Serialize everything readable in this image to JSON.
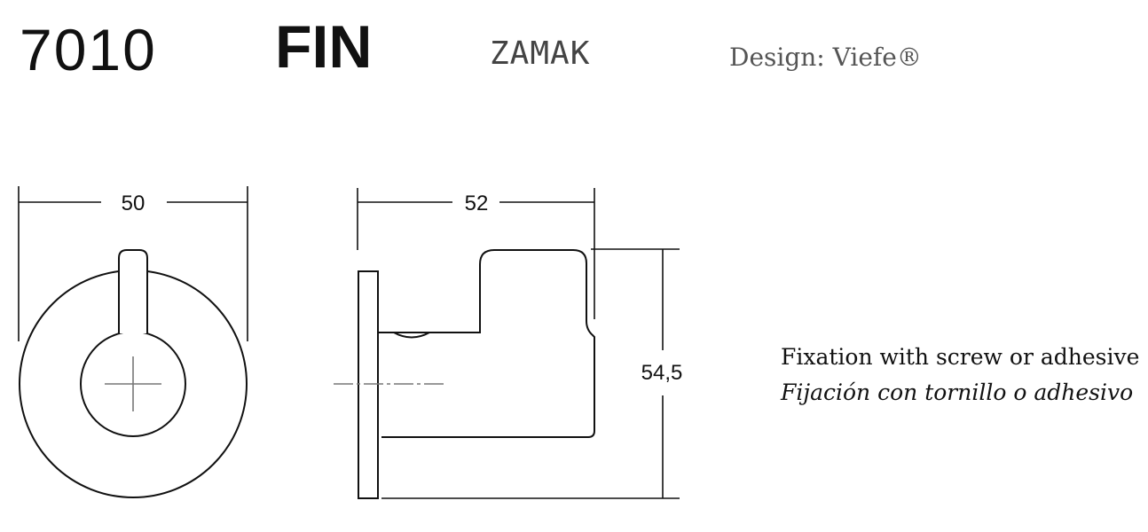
{
  "header": {
    "model_code": "7010",
    "product_name": "FIN",
    "material": "ZAMAK",
    "designer": "Design: Viefe®"
  },
  "dimensions": {
    "front_width": "50",
    "side_depth": "52",
    "side_height": "54,5"
  },
  "notes": {
    "english": "Fixation with screw or adhesive",
    "spanish": "Fijación con tornillo o adhesivo"
  }
}
